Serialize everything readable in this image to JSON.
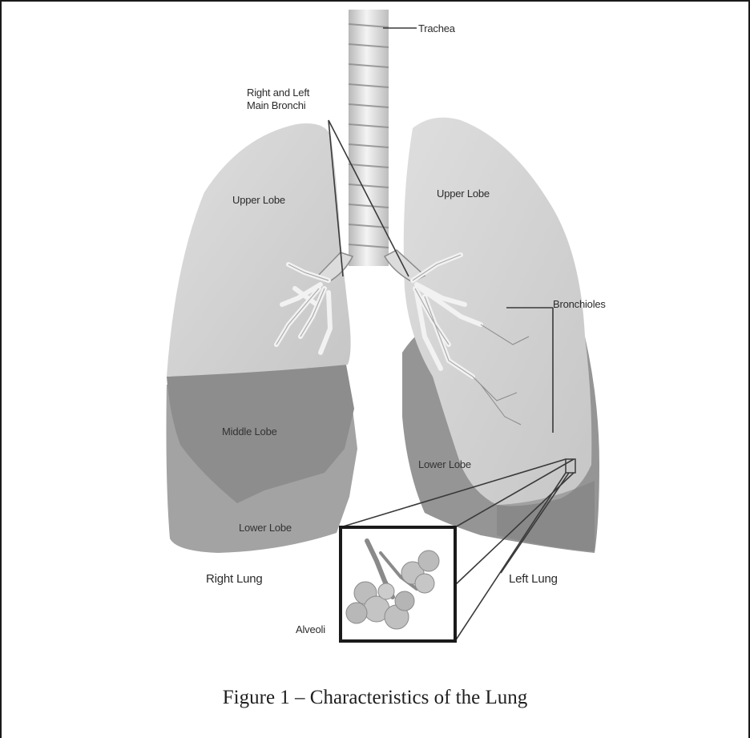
{
  "labels": {
    "trachea": "Trachea",
    "main_bronchi_line1": "Right and Left",
    "main_bronchi_line2": "Main Bronchi",
    "right_upper_lobe": "Upper Lobe",
    "left_upper_lobe": "Upper Lobe",
    "bronchioles": "Bronchioles",
    "middle_lobe": "Middle Lobe",
    "right_lower_lobe": "Lower Lobe",
    "left_lower_lobe": "Lower Lobe",
    "right_lung": "Right Lung",
    "left_lung": "Left Lung",
    "alveoli": "Alveoli"
  },
  "caption": "Figure 1 – Characteristics of the Lung",
  "colors": {
    "upper_lobe": "#d3d3d3",
    "middle_lobe": "#8c8c8c",
    "lower_lobe": "#a5a5a5",
    "airway": "#f2f2f2",
    "frame": "#1a1a1a"
  }
}
